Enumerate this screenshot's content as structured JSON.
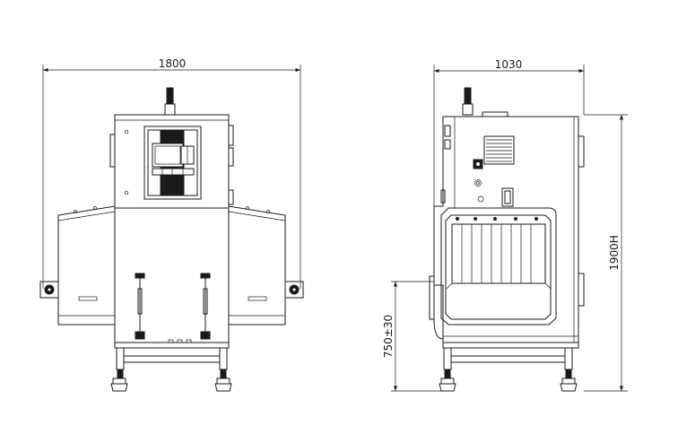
{
  "dimensions": {
    "front_width": "1800",
    "side_depth": "1030",
    "height": "1900H",
    "working_height": "750±30"
  }
}
